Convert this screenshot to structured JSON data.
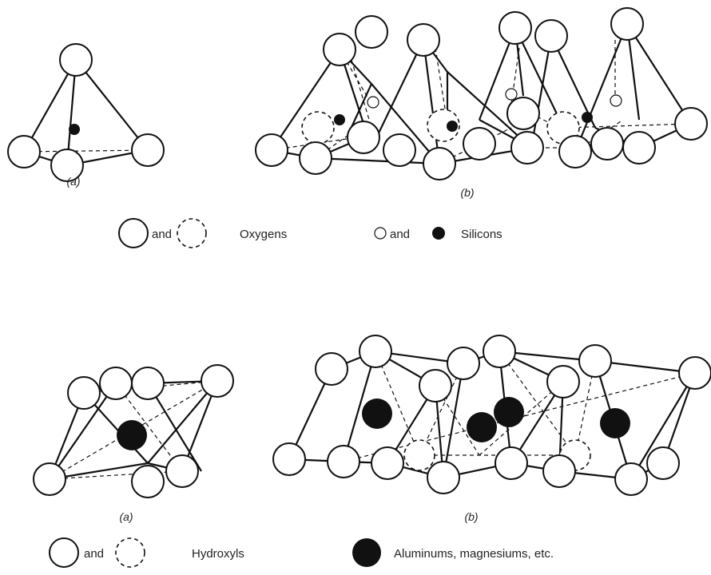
{
  "top_panel": {
    "label_a": "(a)",
    "label_b": "(b)",
    "legend": {
      "oxygen_join": "and",
      "oxygen_text": "Oxygens",
      "silicon_join": "and",
      "silicon_text": "Silicons"
    }
  },
  "bottom_panel": {
    "label_a": "(a)",
    "label_b": "(b)",
    "legend": {
      "hydroxyl_join": "and",
      "hydroxyl_text": "Hydroxyls",
      "cation_text": "Aluminums, magnesiums, etc."
    }
  },
  "colors": {
    "ink": "#111111",
    "background": "#ffffff"
  }
}
